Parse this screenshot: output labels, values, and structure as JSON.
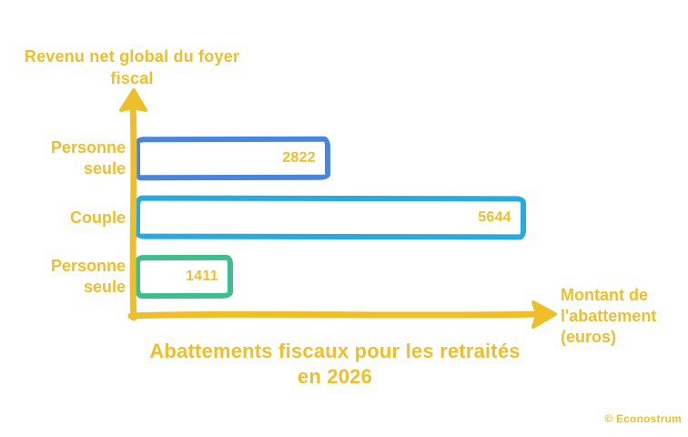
{
  "colors": {
    "background": "#FFFFFF",
    "accent": "#EFBE2B",
    "bar_blue": "#4A85DC",
    "bar_cyan": "#29A9DE",
    "bar_green": "#3DBE8C"
  },
  "credit": "© Econostrum",
  "chart_data": {
    "type": "bar",
    "orientation": "horizontal",
    "title": "Abattements fiscaux pour les retraités en 2026",
    "ylabel": "Revenu net global du foyer fiscal",
    "xlabel": "Montant de l'abattement (euros)",
    "categories": [
      "Personne seule",
      "Couple",
      "Personne seule"
    ],
    "values": [
      2822,
      5644,
      1411
    ],
    "value_labels": [
      "2822",
      "5644",
      "1411"
    ],
    "bar_colors": [
      "#4A85DC",
      "#29A9DE",
      "#3DBE8C"
    ],
    "xlim": [
      0,
      5644
    ],
    "grid": false,
    "legend": false,
    "value_label_position": "inside-right",
    "style": "hand-drawn outlined bars, gold axes with arrowheads"
  }
}
